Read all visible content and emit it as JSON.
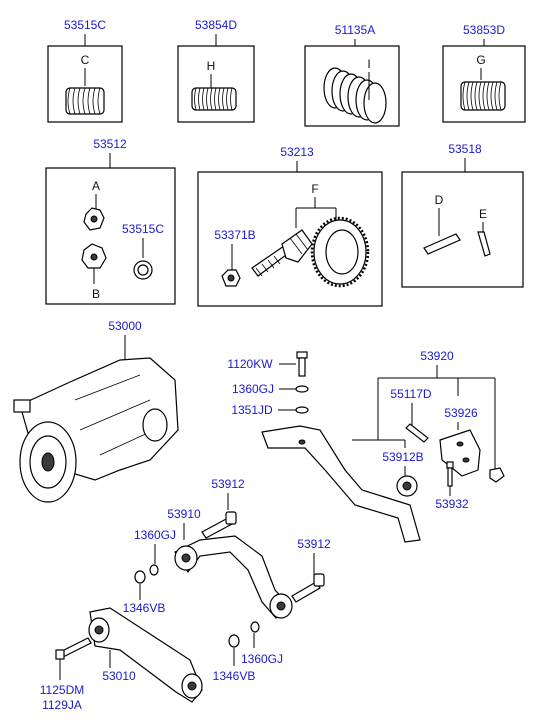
{
  "colors": {
    "part_number": "#1a1ad0",
    "letter": "#111111",
    "line": "#000000"
  },
  "boxes": {
    "c": {
      "part_no": "53515C",
      "letter": "C"
    },
    "h": {
      "part_no": "53854D",
      "letter": "H"
    },
    "i": {
      "part_no": "51135A",
      "letter": "I"
    },
    "g": {
      "part_no": "53853D",
      "letter": "G"
    },
    "diff_gears": {
      "part_no": "53512",
      "letter_a": "A",
      "letter_b": "B",
      "washer_part_no": "53515C"
    },
    "ring_pinion": {
      "part_no": "53213",
      "letter_f": "F",
      "nut_part_no": "53371B"
    },
    "pins": {
      "part_no": "53518",
      "letter_d": "D",
      "letter_e": "E"
    }
  },
  "labels": {
    "housing": "53000",
    "bolt_1120kw": "1120KW",
    "washer_1360gj_top": "1360GJ",
    "washer_1351jd": "1351JD",
    "mount_53920": "53920",
    "bolt_55117d": "55117D",
    "bracket_53926": "53926",
    "bushing_53912b": "53912B",
    "bolt_53932": "53932",
    "bolt_53912_top": "53912",
    "arm_53910": "53910",
    "washer_1360gj_left": "1360GJ",
    "bolt_53912_right": "53912",
    "nut_1346vb_left": "1346VB",
    "crossmember_53010": "53010",
    "washer_1360gj_bottom": "1360GJ",
    "nut_1346vb_bottom": "1346VB",
    "bolt_1125dm": "1125DM",
    "bolt_1129ja": "1129JA"
  }
}
